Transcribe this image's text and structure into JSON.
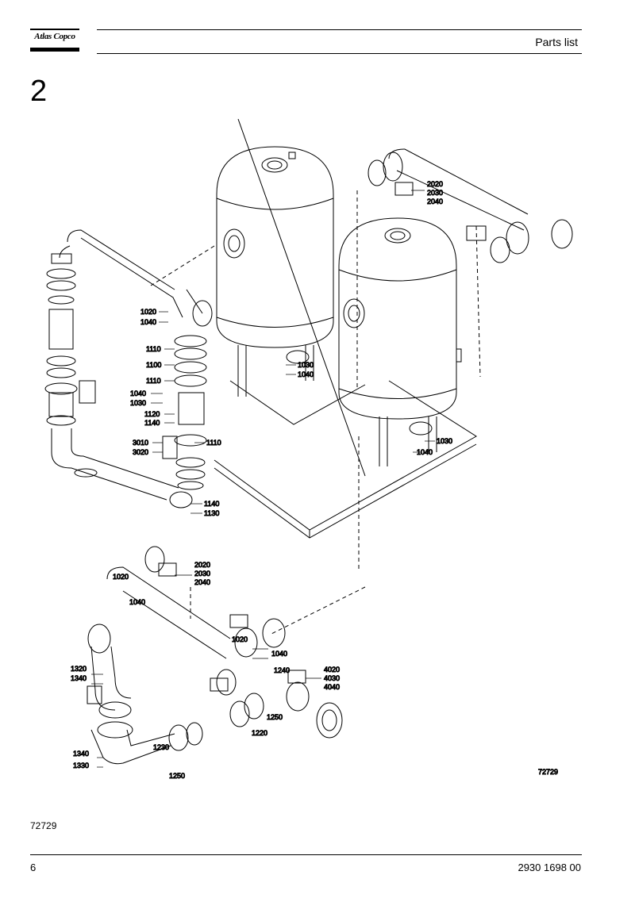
{
  "header": {
    "logo": "Atlas Copco",
    "title": "Parts list"
  },
  "section_number": "2",
  "drawing": {
    "ref_in_drawing": "72729",
    "callouts": {
      "c1020a": "1020",
      "c1040a": "1040",
      "c1110a": "1110",
      "c1100": "1100",
      "c1110b": "1110",
      "c1040b": "1040",
      "c1030a": "1030",
      "c1120": "1120",
      "c1140a": "1140",
      "c3010": "3010",
      "c3020": "3020",
      "c1110c": "1110",
      "c1140b": "1140",
      "c1130": "1130",
      "c1030b": "1030",
      "c1040c": "1040",
      "c1030c": "1030",
      "c1040d": "1040",
      "c2020a": "2020",
      "c2030a": "2030",
      "c2040a": "2040",
      "c2020b": "2020",
      "c2030b": "2030",
      "c2040b": "2040",
      "c1020b": "1020",
      "c1040e": "1040",
      "c1020c": "1020",
      "c1040f": "1040",
      "c1320": "1320",
      "c1340a": "1340",
      "c1240": "1240",
      "c4020": "4020",
      "c4030": "4030",
      "c4040": "4040",
      "c1250a": "1250",
      "c1220": "1220",
      "c1230": "1230",
      "c1340b": "1340",
      "c1330": "1330",
      "c1250b": "1250"
    }
  },
  "drawing_reference": "72729",
  "footer": {
    "page_number": "6",
    "document_number": "2930 1698 00"
  }
}
